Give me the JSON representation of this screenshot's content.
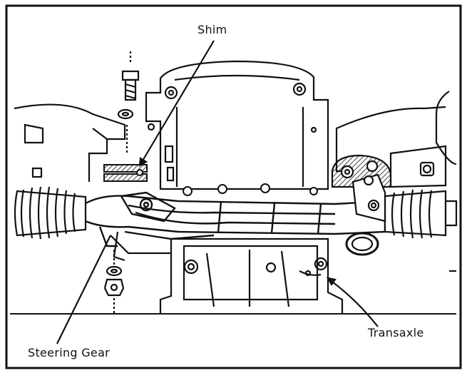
{
  "labels": {
    "shim": "Shim",
    "transaxle": "Transaxle",
    "steering_gear": "Steering Gear"
  },
  "colors": {
    "ink": "#111111",
    "paper": "#ffffff"
  }
}
